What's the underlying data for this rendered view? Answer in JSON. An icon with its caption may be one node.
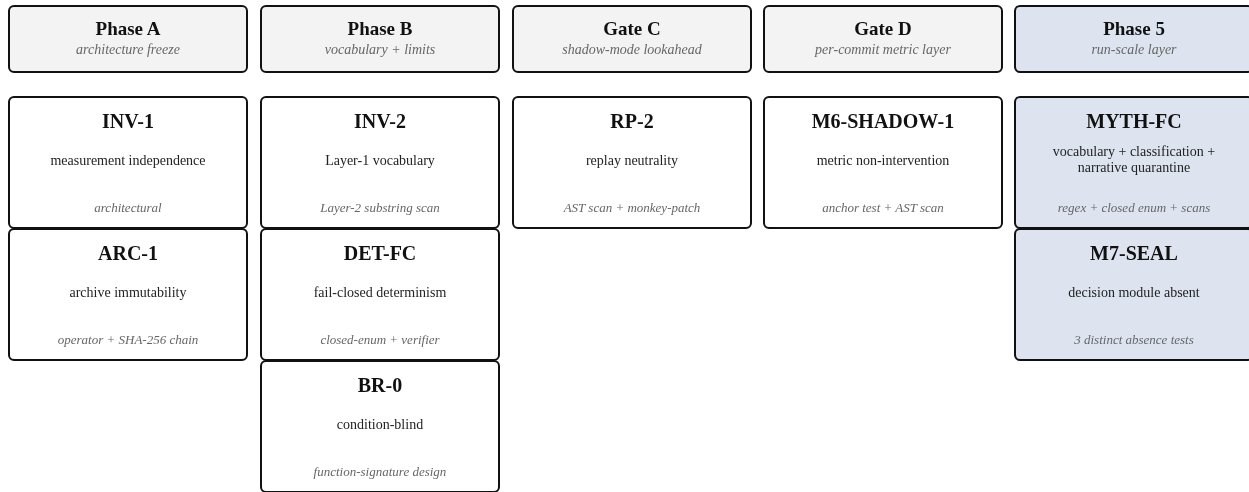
{
  "diagram": {
    "nodes": [
      {
        "text": [
          "Phase A",
          "architecture freeze"
        ]
      },
      {
        "text": [
          "Phase B",
          "vocabulary + limits"
        ]
      },
      {
        "text": [
          "Gate C",
          "shadow-mode lookahead"
        ]
      },
      {
        "text": [
          "Gate D",
          "per-commit metric layer"
        ]
      },
      {
        "text": [
          "Phase 5",
          "run-scale layer"
        ]
      },
      {
        "text": [
          "INV-1",
          "measurement independence",
          "architectural"
        ]
      },
      {
        "text": [
          "ARC-1",
          "archive immutability",
          "operator + SHA-256 chain"
        ]
      },
      {
        "text": [
          "INV-2",
          "Layer-1 vocabulary",
          "Layer-2 substring scan"
        ]
      },
      {
        "text": [
          "DET-FC",
          "fail-closed determinism",
          "closed-enum + verifier"
        ]
      },
      {
        "text": [
          "BR-0",
          "condition-blind",
          "function-signature design"
        ]
      },
      {
        "text": [
          "RP-2",
          "replay neutrality",
          "AST scan + monkey-patch"
        ]
      },
      {
        "text": [
          "M6-SHADOW-1",
          "metric non-intervention",
          "anchor test + AST scan"
        ]
      },
      {
        "text": [
          "MYTH-FC",
          "vocabulary + classification + narrative quarantine",
          "regex + closed enum + scans"
        ]
      },
      {
        "text": [
          "M7-SEAL",
          "decision module absent",
          "3 distinct absence tests"
        ]
      }
    ]
  }
}
